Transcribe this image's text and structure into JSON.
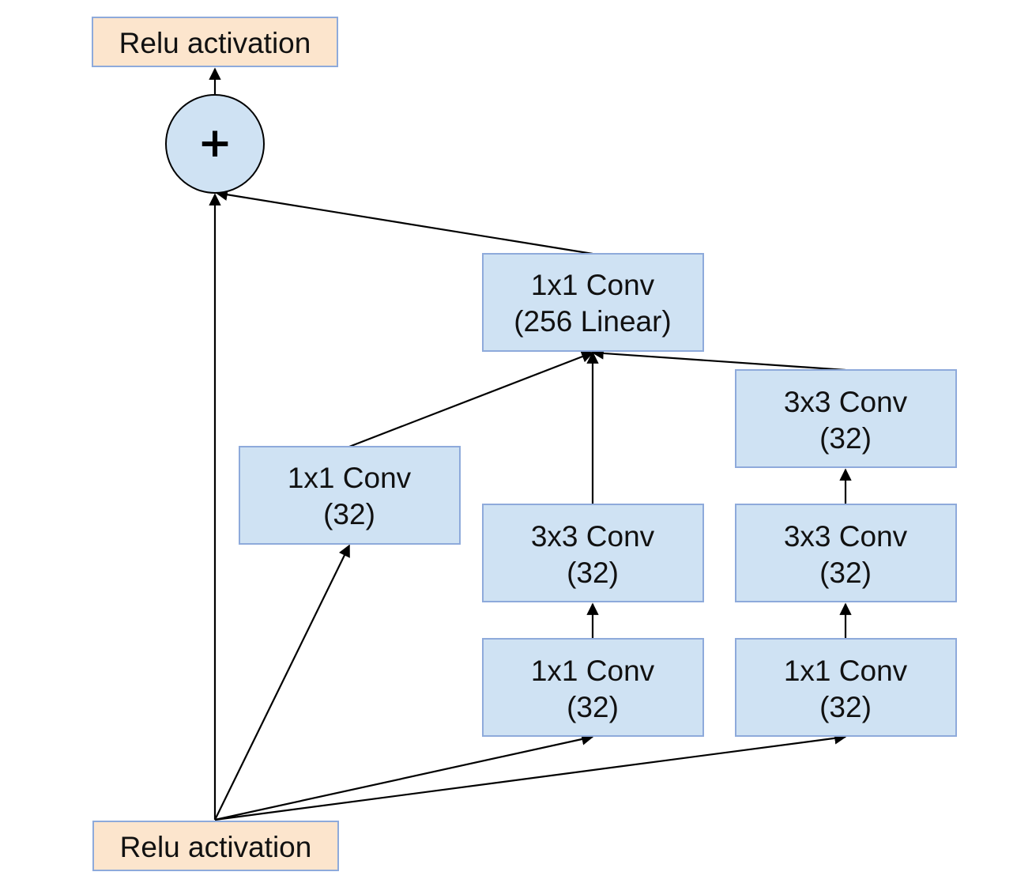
{
  "colors": {
    "activation_fill": "#fce5cd",
    "activation_stroke": "#8eaadb",
    "conv_fill": "#cfe2f3",
    "conv_stroke": "#8eaadb",
    "sum_fill": "#cfe2f3",
    "sum_stroke": "#000000",
    "edge": "#000000"
  },
  "nodes": {
    "relu_top": {
      "label": "Relu activation"
    },
    "sum": {
      "label": "+"
    },
    "conv_1x1_256": {
      "line1": "1x1 Conv",
      "line2": "(256 Linear)"
    },
    "branch1_conv_1x1": {
      "line1": "1x1 Conv",
      "line2": "(32)"
    },
    "branch2_conv_1x1": {
      "line1": "1x1 Conv",
      "line2": "(32)"
    },
    "branch2_conv_3x3": {
      "line1": "3x3 Conv",
      "line2": "(32)"
    },
    "branch3_conv_1x1": {
      "line1": "1x1 Conv",
      "line2": "(32)"
    },
    "branch3_conv_3x3_a": {
      "line1": "3x3 Conv",
      "line2": "(32)"
    },
    "branch3_conv_3x3_b": {
      "line1": "3x3 Conv",
      "line2": "(32)"
    },
    "relu_bottom": {
      "label": "Relu activation"
    }
  },
  "edges": [
    {
      "from": "relu_bottom",
      "to": "sum"
    },
    {
      "from": "relu_bottom",
      "to": "branch1_conv_1x1"
    },
    {
      "from": "relu_bottom",
      "to": "branch2_conv_1x1"
    },
    {
      "from": "relu_bottom",
      "to": "branch3_conv_1x1"
    },
    {
      "from": "branch2_conv_1x1",
      "to": "branch2_conv_3x3"
    },
    {
      "from": "branch3_conv_1x1",
      "to": "branch3_conv_3x3_a"
    },
    {
      "from": "branch3_conv_3x3_a",
      "to": "branch3_conv_3x3_b"
    },
    {
      "from": "branch1_conv_1x1",
      "to": "conv_1x1_256"
    },
    {
      "from": "branch2_conv_3x3",
      "to": "conv_1x1_256"
    },
    {
      "from": "branch3_conv_3x3_b",
      "to": "conv_1x1_256"
    },
    {
      "from": "conv_1x1_256",
      "to": "sum"
    },
    {
      "from": "sum",
      "to": "relu_top"
    }
  ]
}
